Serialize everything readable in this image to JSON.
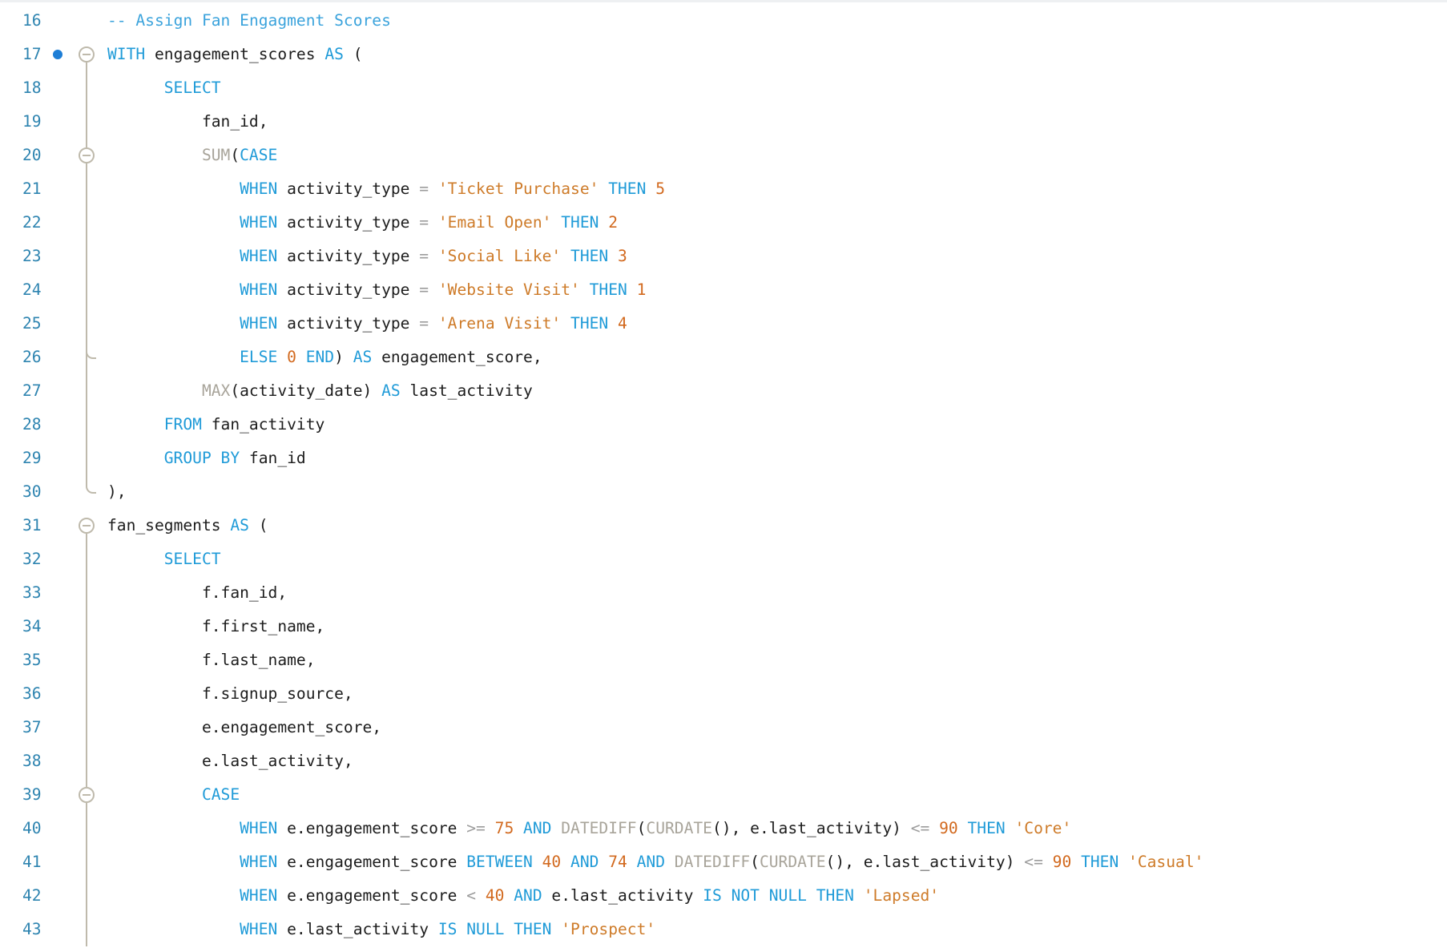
{
  "editor": {
    "palette": {
      "background": "#FFFFFF",
      "line_number": "#2E84B0",
      "breakpoint": "#1D7ED6",
      "fold_guide": "#BFBAAC",
      "keyword": "#209BD8",
      "comment": "#3BA3DC",
      "identifier": "#1C1C1C",
      "punctuation": "#1C1C1C",
      "string": "#CE7B29",
      "number": "#D2691E",
      "operator": "#9C9C9C",
      "function": "#A8A49A"
    },
    "lines": [
      {
        "num": 16,
        "indent": 0,
        "breakpoint": false,
        "fold": {},
        "tokens": [
          [
            "comment",
            "-- Assign Fan Engagment Scores"
          ]
        ]
      },
      {
        "num": 17,
        "indent": 0,
        "breakpoint": true,
        "fold": {
          "circle": true,
          "below": true
        },
        "tokens": [
          [
            "keyword",
            "WITH"
          ],
          [
            "identifier",
            " engagement_scores "
          ],
          [
            "keyword",
            "AS"
          ],
          [
            "punctuation",
            " ("
          ]
        ]
      },
      {
        "num": 18,
        "indent": 6,
        "breakpoint": false,
        "fold": {
          "above": true,
          "below": true
        },
        "tokens": [
          [
            "keyword",
            "SELECT"
          ]
        ]
      },
      {
        "num": 19,
        "indent": 10,
        "breakpoint": false,
        "fold": {
          "above": true,
          "below": true
        },
        "tokens": [
          [
            "identifier",
            "fan_id"
          ],
          [
            "punctuation",
            ","
          ]
        ]
      },
      {
        "num": 20,
        "indent": 10,
        "breakpoint": false,
        "fold": {
          "circle": true,
          "above": true,
          "below": true
        },
        "tokens": [
          [
            "function",
            "SUM"
          ],
          [
            "punctuation",
            "("
          ],
          [
            "keyword",
            "CASE"
          ]
        ]
      },
      {
        "num": 21,
        "indent": 14,
        "breakpoint": false,
        "fold": {
          "above": true,
          "below": true
        },
        "tokens": [
          [
            "keyword",
            "WHEN"
          ],
          [
            "identifier",
            " activity_type "
          ],
          [
            "operator",
            "="
          ],
          [
            "identifier",
            " "
          ],
          [
            "string",
            "'Ticket Purchase'"
          ],
          [
            "identifier",
            " "
          ],
          [
            "keyword",
            "THEN"
          ],
          [
            "number",
            " 5"
          ]
        ]
      },
      {
        "num": 22,
        "indent": 14,
        "breakpoint": false,
        "fold": {
          "above": true,
          "below": true
        },
        "tokens": [
          [
            "keyword",
            "WHEN"
          ],
          [
            "identifier",
            " activity_type "
          ],
          [
            "operator",
            "="
          ],
          [
            "identifier",
            " "
          ],
          [
            "string",
            "'Email Open'"
          ],
          [
            "identifier",
            " "
          ],
          [
            "keyword",
            "THEN"
          ],
          [
            "number",
            " 2"
          ]
        ]
      },
      {
        "num": 23,
        "indent": 14,
        "breakpoint": false,
        "fold": {
          "above": true,
          "below": true
        },
        "tokens": [
          [
            "keyword",
            "WHEN"
          ],
          [
            "identifier",
            " activity_type "
          ],
          [
            "operator",
            "="
          ],
          [
            "identifier",
            " "
          ],
          [
            "string",
            "'Social Like'"
          ],
          [
            "identifier",
            " "
          ],
          [
            "keyword",
            "THEN"
          ],
          [
            "number",
            " 3"
          ]
        ]
      },
      {
        "num": 24,
        "indent": 14,
        "breakpoint": false,
        "fold": {
          "above": true,
          "below": true
        },
        "tokens": [
          [
            "keyword",
            "WHEN"
          ],
          [
            "identifier",
            " activity_type "
          ],
          [
            "operator",
            "="
          ],
          [
            "identifier",
            " "
          ],
          [
            "string",
            "'Website Visit'"
          ],
          [
            "identifier",
            " "
          ],
          [
            "keyword",
            "THEN"
          ],
          [
            "number",
            " 1"
          ]
        ]
      },
      {
        "num": 25,
        "indent": 14,
        "breakpoint": false,
        "fold": {
          "above": true,
          "below": true
        },
        "tokens": [
          [
            "keyword",
            "WHEN"
          ],
          [
            "identifier",
            " activity_type "
          ],
          [
            "operator",
            "="
          ],
          [
            "identifier",
            " "
          ],
          [
            "string",
            "'Arena Visit'"
          ],
          [
            "identifier",
            " "
          ],
          [
            "keyword",
            "THEN"
          ],
          [
            "number",
            " 4"
          ]
        ]
      },
      {
        "num": 26,
        "indent": 14,
        "breakpoint": false,
        "fold": {
          "above": true,
          "below": true,
          "hook": true
        },
        "tokens": [
          [
            "keyword",
            "ELSE"
          ],
          [
            "number",
            " 0 "
          ],
          [
            "keyword",
            "END"
          ],
          [
            "punctuation",
            ")"
          ],
          [
            "identifier",
            " "
          ],
          [
            "keyword",
            "AS"
          ],
          [
            "identifier",
            " engagement_score"
          ],
          [
            "punctuation",
            ","
          ]
        ]
      },
      {
        "num": 27,
        "indent": 10,
        "breakpoint": false,
        "fold": {
          "above": true,
          "below": true
        },
        "tokens": [
          [
            "function",
            "MAX"
          ],
          [
            "punctuation",
            "("
          ],
          [
            "identifier",
            "activity_date"
          ],
          [
            "punctuation",
            ")"
          ],
          [
            "identifier",
            " "
          ],
          [
            "keyword",
            "AS"
          ],
          [
            "identifier",
            " last_activity"
          ]
        ]
      },
      {
        "num": 28,
        "indent": 6,
        "breakpoint": false,
        "fold": {
          "above": true,
          "below": true
        },
        "tokens": [
          [
            "keyword",
            "FROM"
          ],
          [
            "identifier",
            " fan_activity"
          ]
        ]
      },
      {
        "num": 29,
        "indent": 6,
        "breakpoint": false,
        "fold": {
          "above": true,
          "below": true
        },
        "tokens": [
          [
            "keyword",
            "GROUP BY"
          ],
          [
            "identifier",
            " fan_id"
          ]
        ]
      },
      {
        "num": 30,
        "indent": 0,
        "breakpoint": false,
        "fold": {
          "above": true,
          "hook": true
        },
        "tokens": [
          [
            "punctuation",
            "),"
          ]
        ]
      },
      {
        "num": 31,
        "indent": 0,
        "breakpoint": false,
        "fold": {
          "circle": true,
          "below": true
        },
        "tokens": [
          [
            "identifier",
            "fan_segments "
          ],
          [
            "keyword",
            "AS"
          ],
          [
            "punctuation",
            " ("
          ]
        ]
      },
      {
        "num": 32,
        "indent": 6,
        "breakpoint": false,
        "fold": {
          "above": true,
          "below": true
        },
        "tokens": [
          [
            "keyword",
            "SELECT"
          ]
        ]
      },
      {
        "num": 33,
        "indent": 10,
        "breakpoint": false,
        "fold": {
          "above": true,
          "below": true
        },
        "tokens": [
          [
            "identifier",
            "f.fan_id"
          ],
          [
            "punctuation",
            ","
          ]
        ]
      },
      {
        "num": 34,
        "indent": 10,
        "breakpoint": false,
        "fold": {
          "above": true,
          "below": true
        },
        "tokens": [
          [
            "identifier",
            "f.first_name"
          ],
          [
            "punctuation",
            ","
          ]
        ]
      },
      {
        "num": 35,
        "indent": 10,
        "breakpoint": false,
        "fold": {
          "above": true,
          "below": true
        },
        "tokens": [
          [
            "identifier",
            "f.last_name"
          ],
          [
            "punctuation",
            ","
          ]
        ]
      },
      {
        "num": 36,
        "indent": 10,
        "breakpoint": false,
        "fold": {
          "above": true,
          "below": true
        },
        "tokens": [
          [
            "identifier",
            "f.signup_source"
          ],
          [
            "punctuation",
            ","
          ]
        ]
      },
      {
        "num": 37,
        "indent": 10,
        "breakpoint": false,
        "fold": {
          "above": true,
          "below": true
        },
        "tokens": [
          [
            "identifier",
            "e.engagement_score"
          ],
          [
            "punctuation",
            ","
          ]
        ]
      },
      {
        "num": 38,
        "indent": 10,
        "breakpoint": false,
        "fold": {
          "above": true,
          "below": true
        },
        "tokens": [
          [
            "identifier",
            "e.last_activity"
          ],
          [
            "punctuation",
            ","
          ]
        ]
      },
      {
        "num": 39,
        "indent": 10,
        "breakpoint": false,
        "fold": {
          "circle": true,
          "above": true,
          "below": true
        },
        "tokens": [
          [
            "keyword",
            "CASE"
          ]
        ]
      },
      {
        "num": 40,
        "indent": 14,
        "breakpoint": false,
        "fold": {
          "above": true,
          "below": true
        },
        "tokens": [
          [
            "keyword",
            "WHEN"
          ],
          [
            "identifier",
            " e.engagement_score "
          ],
          [
            "operator",
            ">="
          ],
          [
            "number",
            " 75 "
          ],
          [
            "keyword",
            "AND"
          ],
          [
            "identifier",
            " "
          ],
          [
            "function",
            "DATEDIFF"
          ],
          [
            "punctuation",
            "("
          ],
          [
            "function",
            "CURDATE"
          ],
          [
            "punctuation",
            "(), "
          ],
          [
            "identifier",
            "e.last_activity"
          ],
          [
            "punctuation",
            ")"
          ],
          [
            "operator",
            " <="
          ],
          [
            "number",
            " 90 "
          ],
          [
            "keyword",
            "THEN"
          ],
          [
            "string",
            " 'Core'"
          ]
        ]
      },
      {
        "num": 41,
        "indent": 14,
        "breakpoint": false,
        "fold": {
          "above": true,
          "below": true
        },
        "tokens": [
          [
            "keyword",
            "WHEN"
          ],
          [
            "identifier",
            " e.engagement_score "
          ],
          [
            "keyword",
            "BETWEEN"
          ],
          [
            "number",
            " 40 "
          ],
          [
            "keyword",
            "AND"
          ],
          [
            "number",
            " 74 "
          ],
          [
            "keyword",
            "AND"
          ],
          [
            "identifier",
            " "
          ],
          [
            "function",
            "DATEDIFF"
          ],
          [
            "punctuation",
            "("
          ],
          [
            "function",
            "CURDATE"
          ],
          [
            "punctuation",
            "(), "
          ],
          [
            "identifier",
            "e.last_activity"
          ],
          [
            "punctuation",
            ")"
          ],
          [
            "operator",
            " <="
          ],
          [
            "number",
            " 90 "
          ],
          [
            "keyword",
            "THEN"
          ],
          [
            "string",
            " 'Casual'"
          ]
        ]
      },
      {
        "num": 42,
        "indent": 14,
        "breakpoint": false,
        "fold": {
          "above": true,
          "below": true
        },
        "tokens": [
          [
            "keyword",
            "WHEN"
          ],
          [
            "identifier",
            " e.engagement_score "
          ],
          [
            "operator",
            "<"
          ],
          [
            "number",
            " 40 "
          ],
          [
            "keyword",
            "AND"
          ],
          [
            "identifier",
            " e.last_activity "
          ],
          [
            "keyword",
            "IS NOT NULL THEN"
          ],
          [
            "string",
            " 'Lapsed'"
          ]
        ]
      },
      {
        "num": 43,
        "indent": 14,
        "breakpoint": false,
        "fold": {
          "above": true,
          "below": true
        },
        "tokens": [
          [
            "keyword",
            "WHEN"
          ],
          [
            "identifier",
            " e.last_activity "
          ],
          [
            "keyword",
            "IS NULL THEN"
          ],
          [
            "string",
            " 'Prospect'"
          ]
        ]
      }
    ]
  }
}
